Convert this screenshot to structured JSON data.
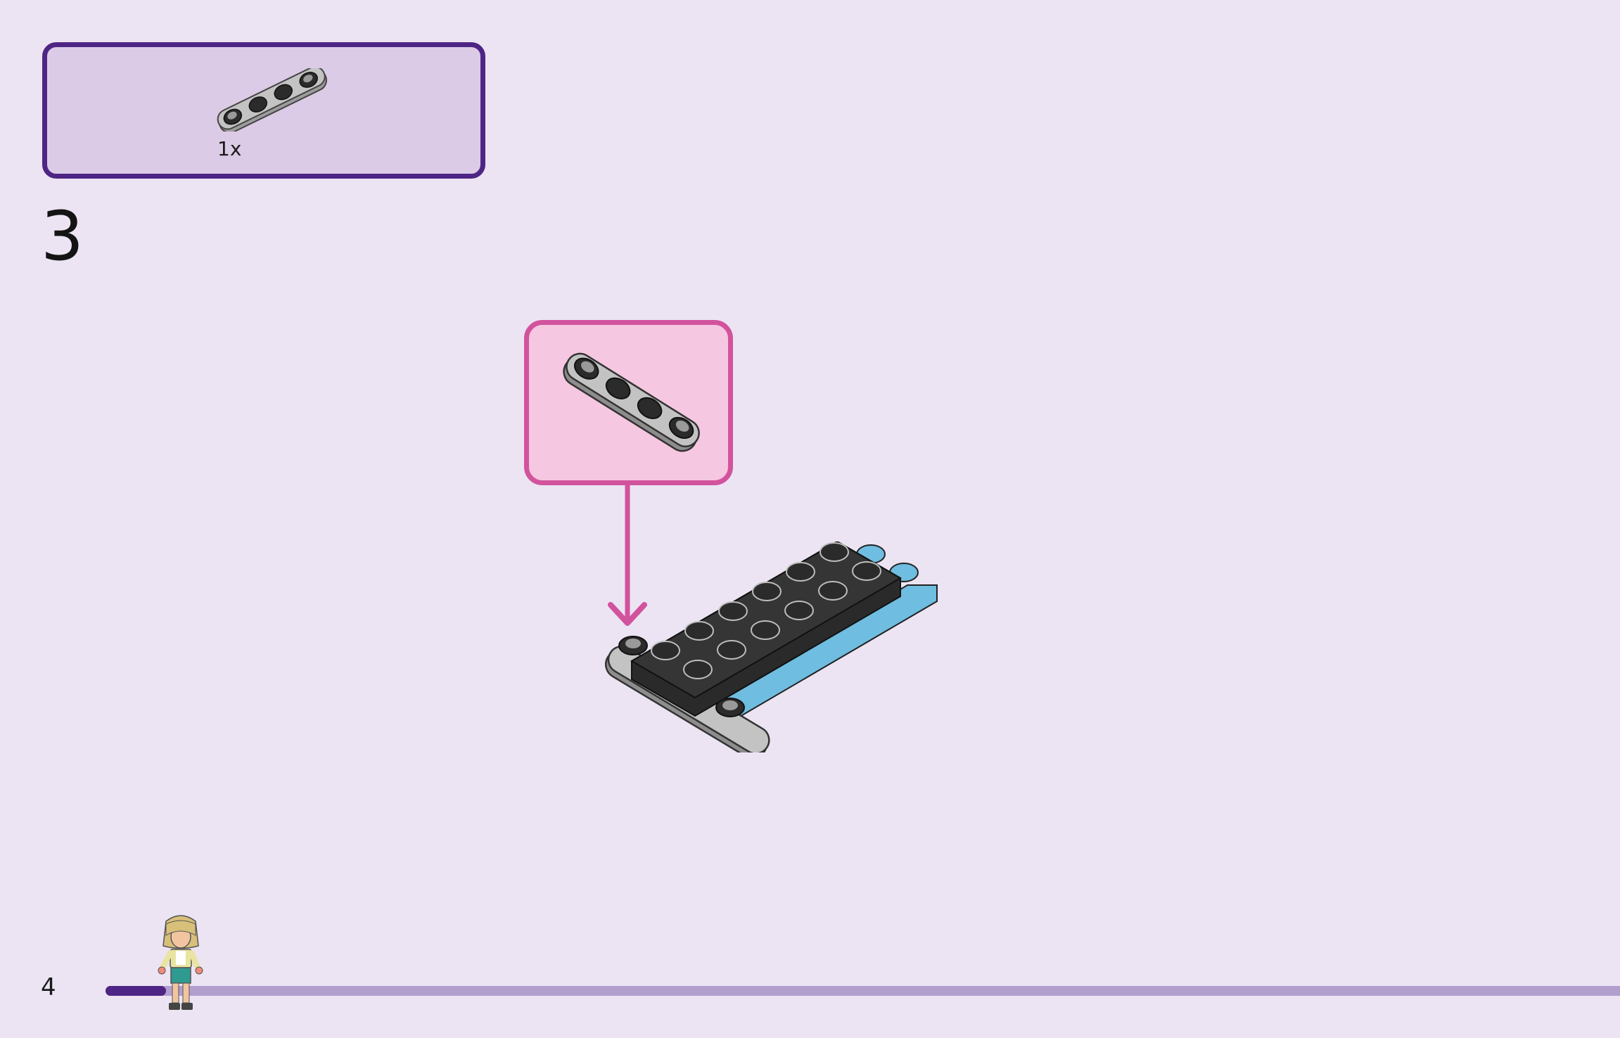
{
  "parts_list": {
    "items": [
      {
        "quantity": "1x",
        "icon": "plate-1x4-light-gray-rounded-icon"
      }
    ]
  },
  "step": {
    "number": "3"
  },
  "callout": {
    "icon": "plate-1x4-light-gray-rounded-icon"
  },
  "assembly": {
    "icon": "build-assembly-icon"
  },
  "footer": {
    "page_number": "4",
    "progress_percent": 4
  },
  "colors": {
    "background": "#ece4f3",
    "parts_panel_fill": "#dccbe6",
    "parts_panel_border": "#4e2585",
    "callout_fill": "#f6c7e0",
    "callout_border": "#d2539d",
    "progress_fill": "#4e2585",
    "progress_track": "#b29fce"
  }
}
